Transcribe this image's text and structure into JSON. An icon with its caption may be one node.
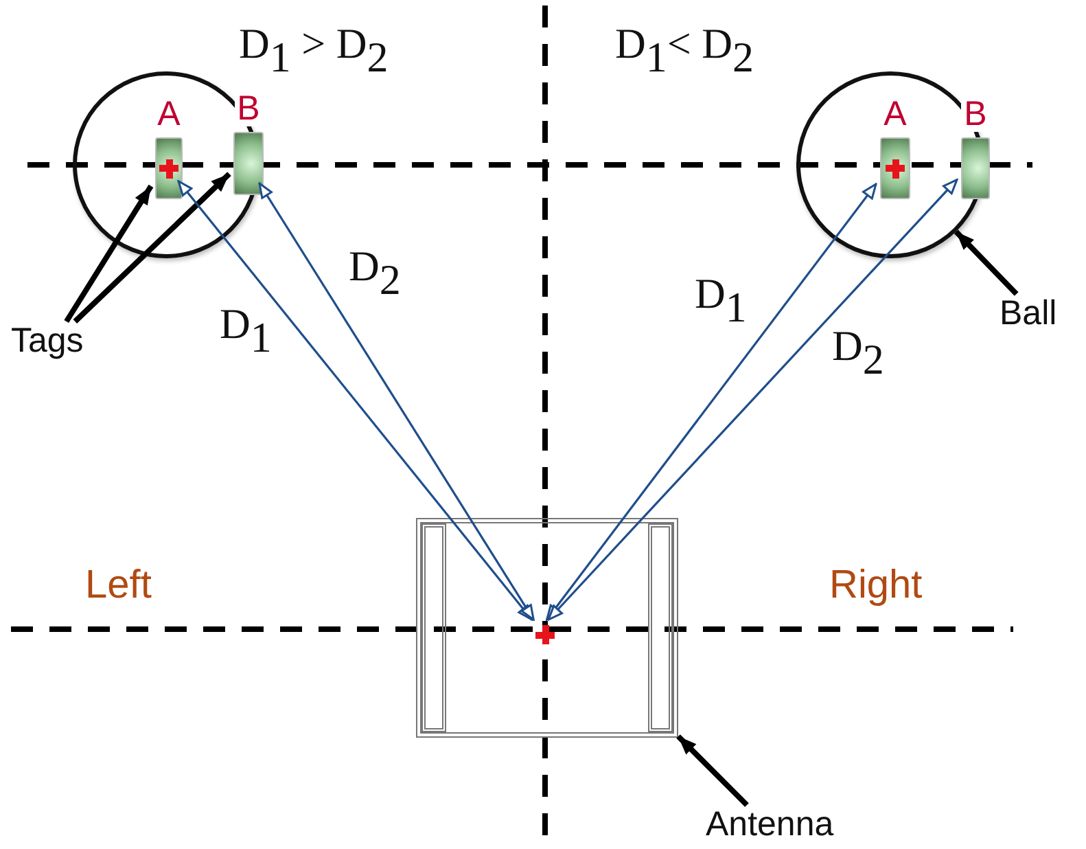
{
  "diagram": {
    "nodes": [
      {
        "text": [],
        "shape": "circle"
      },
      {
        "text": [
          "A"
        ],
        "in": 0
      },
      {
        "text": [
          "B"
        ],
        "in": 0
      },
      {
        "text": [],
        "shape": "circle"
      },
      {
        "text": [
          "A"
        ],
        "in": 3
      },
      {
        "text": [
          "B"
        ],
        "in": 3
      },
      {
        "text": [
          "Tags"
        ]
      },
      {
        "text": [
          "Ball"
        ]
      },
      {
        "text": [],
        "shape": "box"
      },
      {
        "text": [
          "Antenna"
        ]
      },
      {
        "text": [],
        "shape": "cross",
        "in": 8
      }
    ],
    "edges": [
      {
        "from": 6,
        "to": 1,
        "arrow": "to",
        "style": "thick"
      },
      {
        "from": 6,
        "to": 2,
        "arrow": "to",
        "style": "thick"
      },
      {
        "from": 7,
        "to": 3,
        "arrow": "to",
        "style": "thick"
      },
      {
        "from": 9,
        "to": 8,
        "arrow": "to",
        "style": "thick"
      },
      {
        "from": 10,
        "to": 1,
        "arrow": "both",
        "label": "D$_{1}$",
        "color": "#1f4e8c"
      },
      {
        "from": 10,
        "to": 2,
        "arrow": "both",
        "label": "D$_{2}$",
        "color": "#1f4e8c"
      },
      {
        "from": 10,
        "to": 4,
        "arrow": "both",
        "label": "D$_{1}$",
        "color": "#1f4e8c"
      },
      {
        "from": 10,
        "to": 5,
        "arrow": "both",
        "label": "D$_{2}$",
        "color": "#1f4e8c"
      }
    ],
    "labels": [
      "D$_{1}$ > D$_{2}$",
      "D$_{1}$< D$_{2}$",
      "Left",
      "Right"
    ]
  }
}
